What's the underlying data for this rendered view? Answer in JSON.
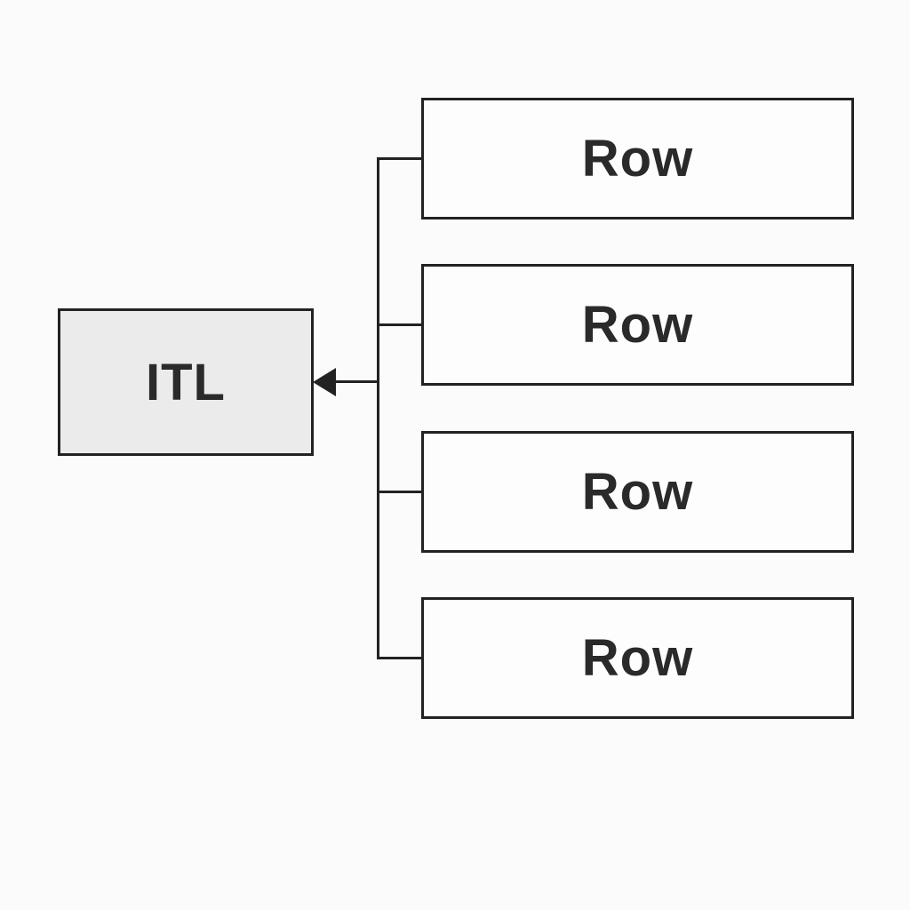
{
  "diagram": {
    "parent": {
      "label": "ITL"
    },
    "children": [
      {
        "label": "Row"
      },
      {
        "label": "Row"
      },
      {
        "label": "Row"
      },
      {
        "label": "Row"
      }
    ],
    "connector": {
      "type": "elbow-tree",
      "arrow_direction": "left-into-parent"
    },
    "colors": {
      "line": "#222222",
      "parent_fill": "#ebebeb",
      "child_fill": "#fdfdfd",
      "text": "#2a2a2a",
      "background": "#fbfbfb"
    }
  }
}
